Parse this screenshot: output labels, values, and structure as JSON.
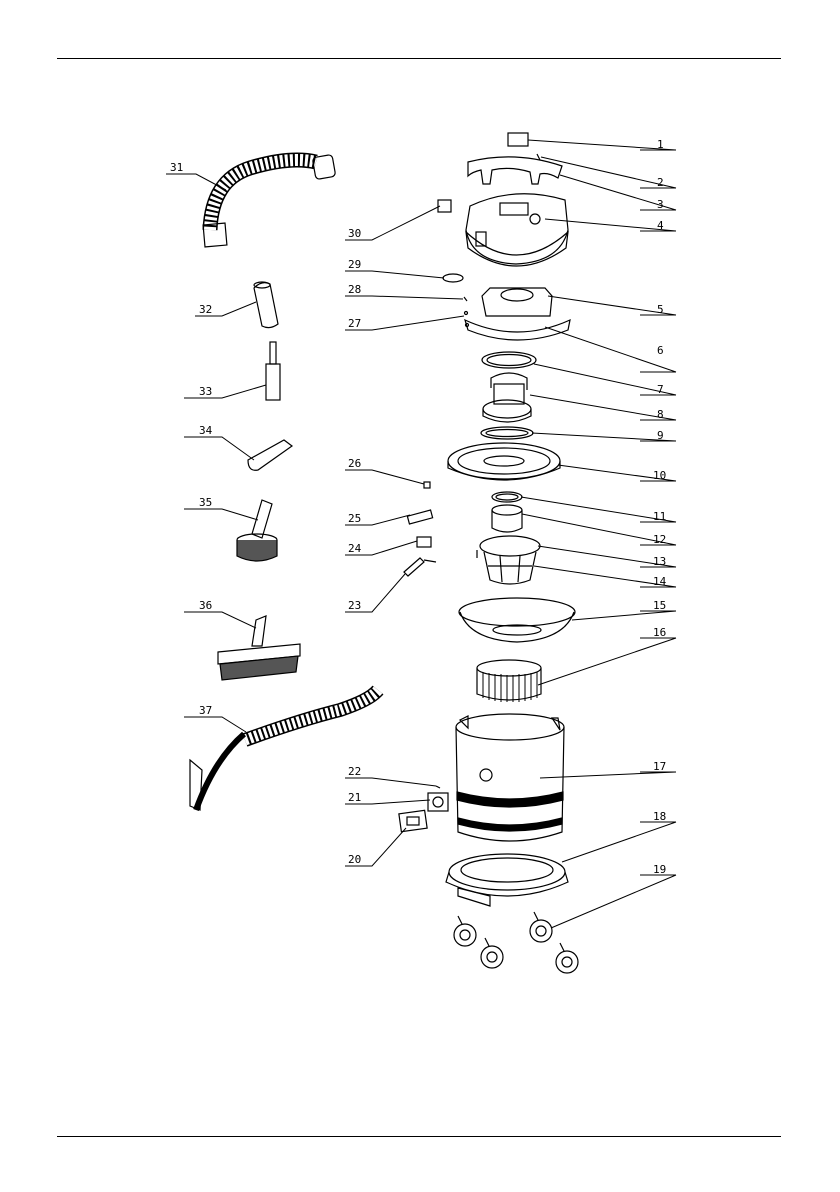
{
  "diagram": {
    "type": "exploded-parts-view",
    "labels_right": [
      "1",
      "2",
      "3",
      "4",
      "5",
      "6",
      "7",
      "8",
      "9",
      "10",
      "11",
      "12",
      "13",
      "14",
      "15",
      "16",
      "17",
      "18",
      "19"
    ],
    "labels_middle": [
      "30",
      "29",
      "28",
      "27",
      "26",
      "25",
      "24",
      "23",
      "22",
      "21",
      "20"
    ],
    "labels_left": [
      "31",
      "32",
      "33",
      "34",
      "35",
      "36",
      "37"
    ]
  }
}
